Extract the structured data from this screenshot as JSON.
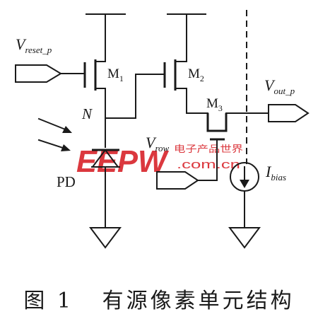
{
  "labels": {
    "v_reset": "V",
    "v_reset_sub": "reset_p",
    "m1": "M",
    "m1_sub": "1",
    "m2": "M",
    "m2_sub": "2",
    "m3": "M",
    "m3_sub": "3",
    "v_out": "V",
    "v_out_sub": "out_p",
    "node_n": "N",
    "pd": "PD",
    "v_row": "V",
    "v_row_sub": "row",
    "i_bias": "I",
    "i_bias_sub": "bias"
  },
  "watermark": {
    "logo": "EEPW",
    "tagline": "电子产品世界",
    "domain": ".com.cn"
  },
  "caption": {
    "figure_number": "图 1",
    "title": "有源像素单元结构"
  },
  "colors": {
    "ink": "#1a1a1a",
    "watermark": "#d71d24"
  }
}
